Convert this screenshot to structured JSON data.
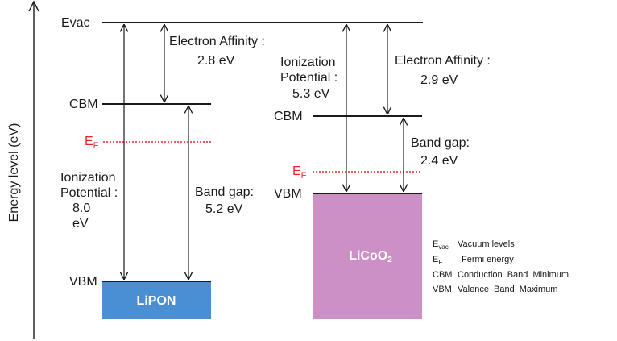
{
  "y_axis_label": "Energy level (eV)",
  "evac_label": "Evac",
  "lipon": {
    "material": "LiPON",
    "cbm_label": "CBM",
    "ef_main": "E",
    "ef_sub": "F",
    "vbm_label": "VBM",
    "electron_affinity_label": "Electron Affinity :",
    "electron_affinity_value": "2.8 eV",
    "ionization_label_1": "Ionization",
    "ionization_label_2": "Potential :",
    "ionization_value_1": "8.0",
    "ionization_value_2": "eV",
    "band_gap_label": "Band gap:",
    "band_gap_value": "5.2 eV",
    "fill_color": "#4a8fd4"
  },
  "licoo2": {
    "material_main": "LiCoO",
    "material_sub": "2",
    "cbm_label": "CBM",
    "ef_main": "E",
    "ef_sub": "F",
    "vbm_label": "VBM",
    "electron_affinity_label": "Electron Affinity :",
    "electron_affinity_value": "2.9 eV",
    "ionization_label_1": "Ionization",
    "ionization_label_2": "Potential :",
    "ionization_value": "5.3 eV",
    "band_gap_label": "Band gap:",
    "band_gap_value": "2.4 eV",
    "fill_color": "#cc8fc6"
  },
  "legend": [
    {
      "symbol_main": "E",
      "symbol_sub": "vac",
      "text": "Vacuum levels"
    },
    {
      "symbol_main": "E",
      "symbol_sub": "F",
      "text": "Fermi energy"
    },
    {
      "symbol_main": "CBM",
      "symbol_sub": "",
      "text": "Conduction Band Minimum"
    },
    {
      "symbol_main": "VBM",
      "symbol_sub": "",
      "text": "Valence Band Maximum"
    }
  ],
  "colors": {
    "line": "#1a1a1a",
    "fermi": "#e8252a"
  }
}
